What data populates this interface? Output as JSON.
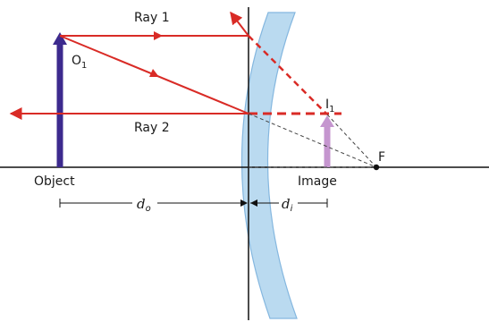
{
  "labels": {
    "ray1": "Ray 1",
    "ray2": "Ray 2",
    "object_point": "O",
    "object_point_sub": "1",
    "image_point": "I",
    "image_point_sub": "1",
    "focal_point": "F",
    "object": "Object",
    "image": "Image",
    "d_object": "d",
    "d_object_sub": "o",
    "d_image": "d",
    "d_image_sub": "i"
  },
  "colors": {
    "ray": "#d92b26",
    "object_arrow": "#3c2a8e",
    "image_arrow": "#c596cf",
    "lens_fill": "#b7d9f0",
    "lens_edge": "#7fb4de",
    "axis": "#111111",
    "dashed_construction": "#444444"
  }
}
